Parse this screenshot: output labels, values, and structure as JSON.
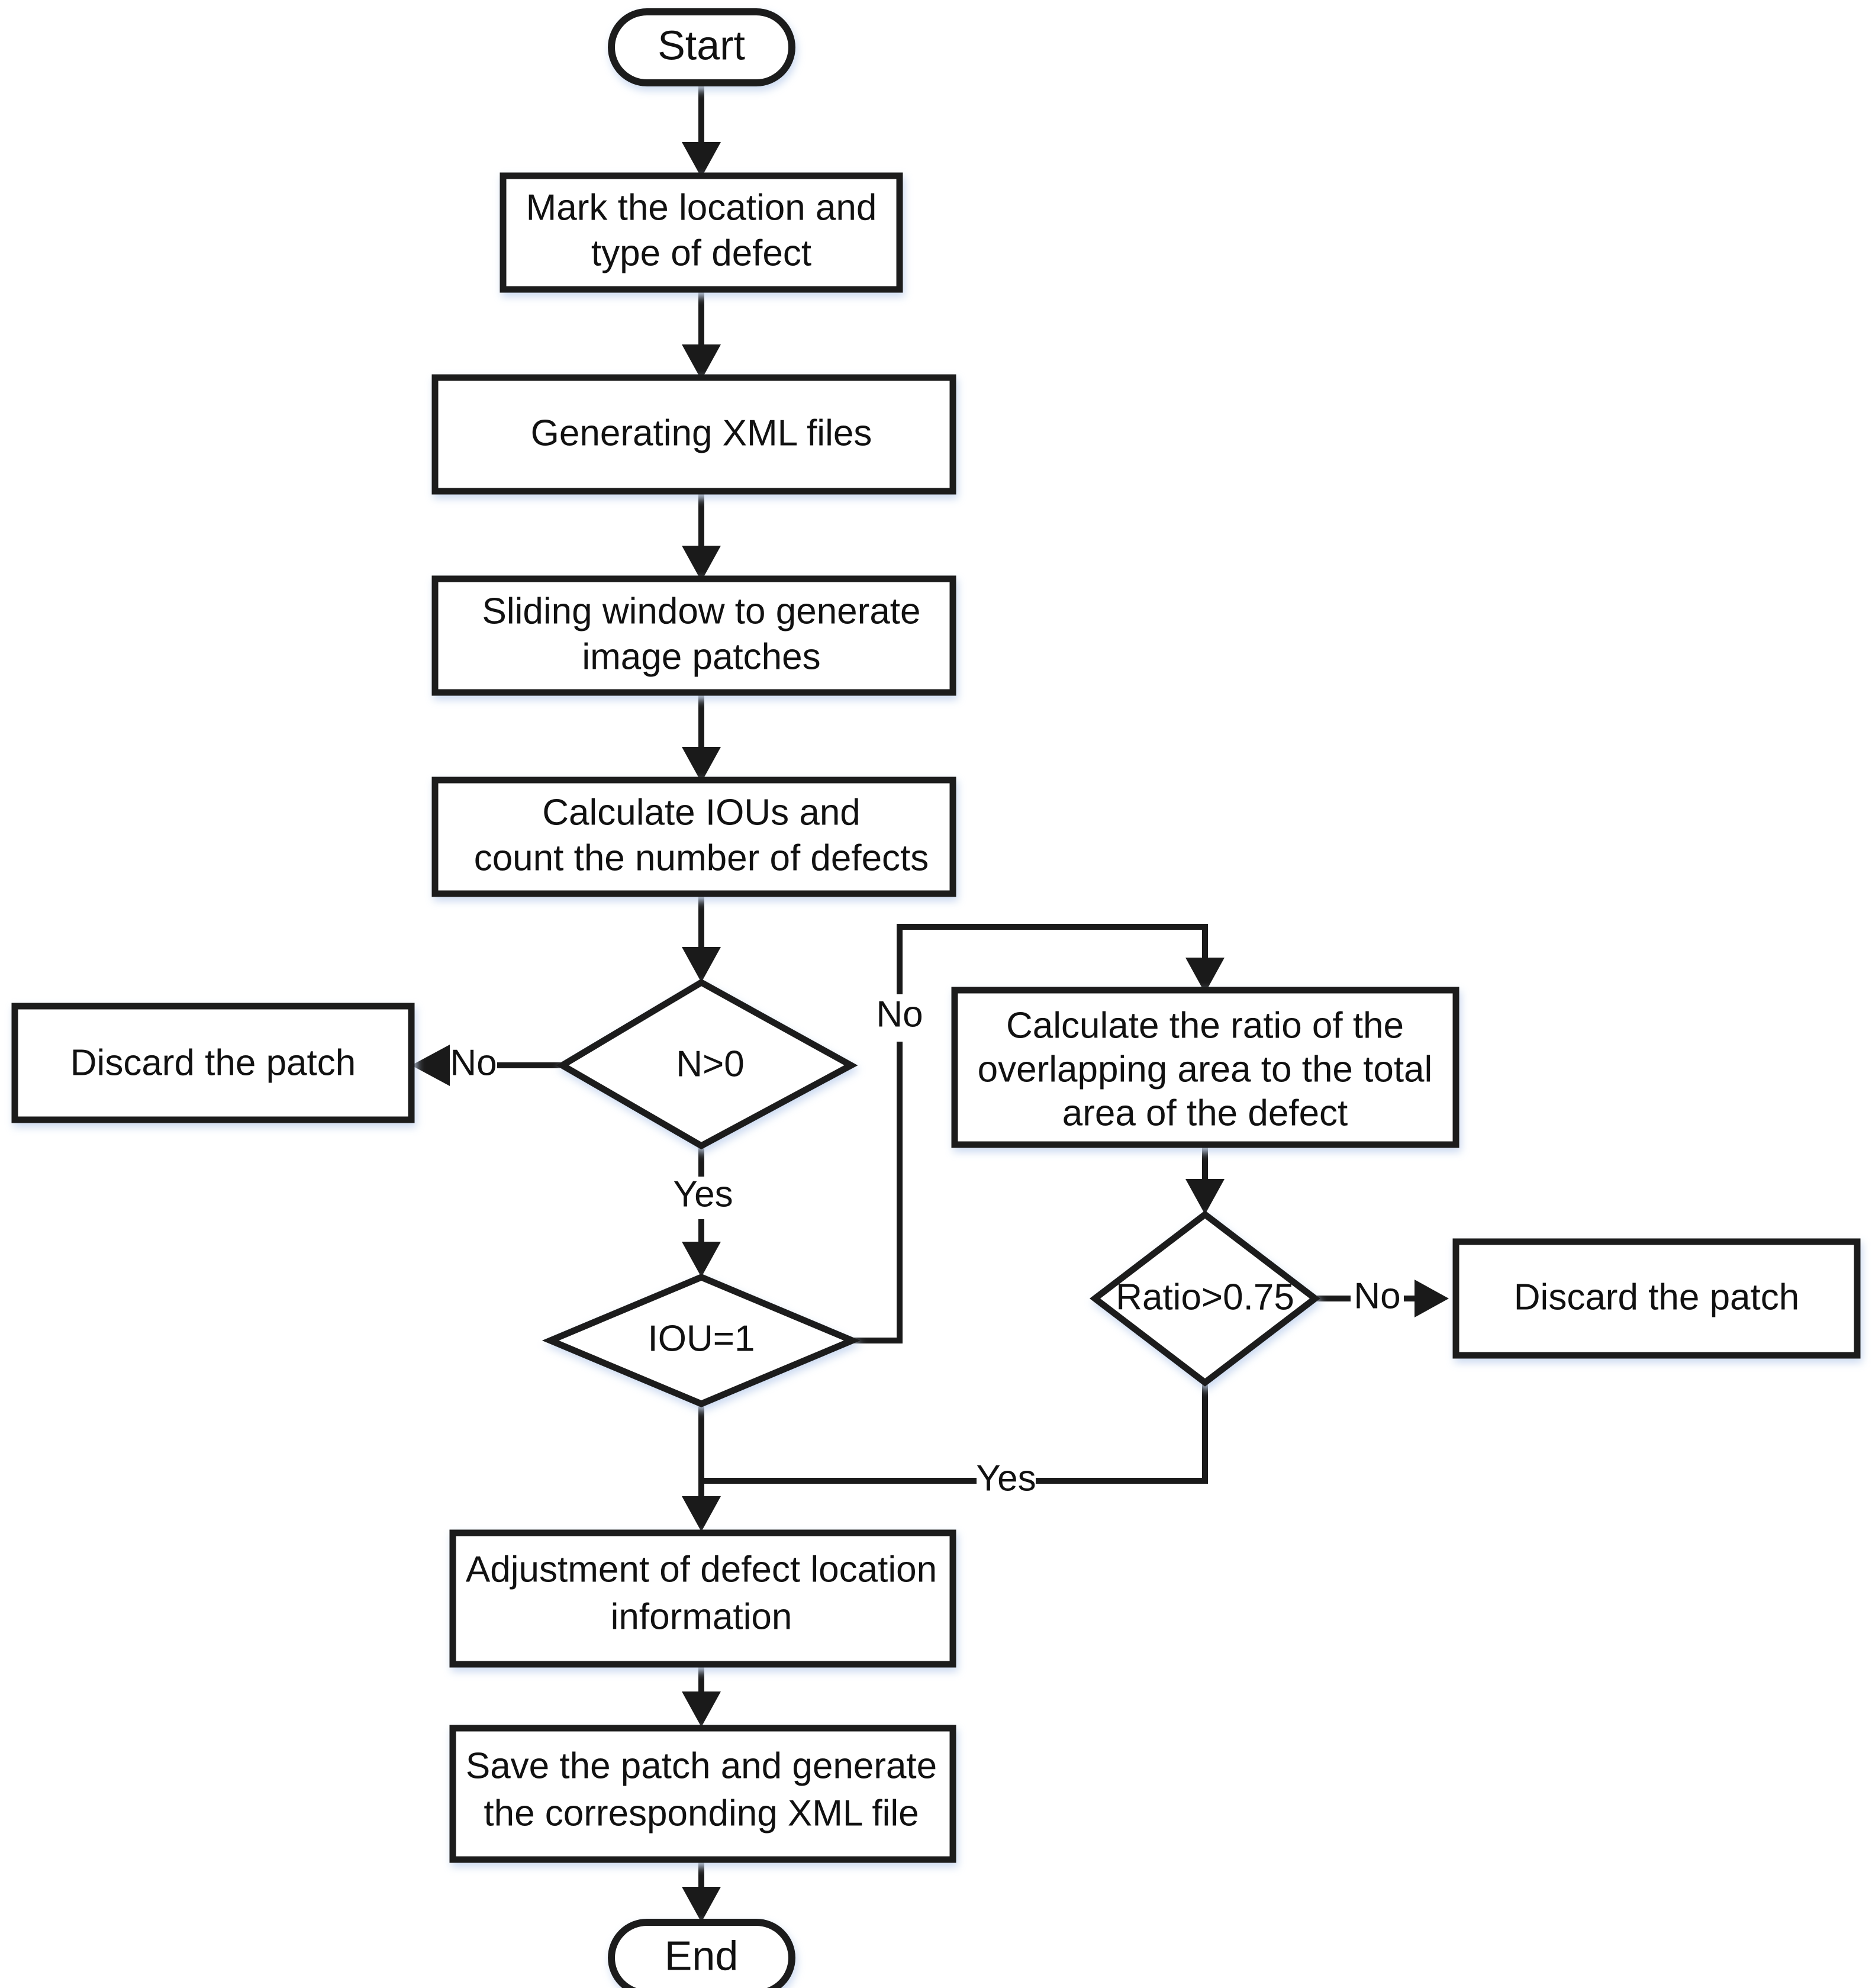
{
  "diagram": {
    "title": "Image patch generation and annotation flowchart",
    "type": "flowchart",
    "background_color": "#ffffff",
    "line_color": "#1a1a1a",
    "text_color": "#111111",
    "shape_fill": "#ffffff",
    "glow_color": "#dde6f5"
  },
  "nodes": {
    "start": {
      "id": "start",
      "shape": "terminator",
      "label": "Start"
    },
    "mark_defect": {
      "id": "mark_defect",
      "shape": "process",
      "label": "Mark the location and type of defect",
      "line1": "Mark the location and",
      "line2": "type of defect"
    },
    "generate_xml": {
      "id": "generate_xml",
      "shape": "process",
      "label": "Generating XML files",
      "line1": "Generating XML files",
      "line2": ""
    },
    "sliding_window": {
      "id": "sliding_window",
      "shape": "process",
      "label": "Sliding window to generate image patches",
      "line1": "Sliding window to generate",
      "line2": "image patches"
    },
    "calc_ious": {
      "id": "calc_ious",
      "shape": "process",
      "label": "Calculate IOUs and count the number of defects",
      "line1": "Calculate IOUs and",
      "line2": "count the number of defects"
    },
    "decide_n": {
      "id": "decide_n",
      "shape": "decision",
      "label": "N>0"
    },
    "discard_left": {
      "id": "discard_left",
      "shape": "process",
      "label": "Discard the patch",
      "line1": "Discard the patch",
      "line2": ""
    },
    "decide_iou": {
      "id": "decide_iou",
      "shape": "decision",
      "label": "IOU=1"
    },
    "calc_ratio": {
      "id": "calc_ratio",
      "shape": "process",
      "label": "Calculate the ratio of the overlapping area to the total area of the defect",
      "line1": "Calculate the ratio of the",
      "line2": "overlapping area to the total",
      "line3": "area of the defect"
    },
    "decide_ratio": {
      "id": "decide_ratio",
      "shape": "decision",
      "label": "Ratio>0.75"
    },
    "discard_right": {
      "id": "discard_right",
      "shape": "process",
      "label": "Discard the patch",
      "line1": "Discard the patch",
      "line2": ""
    },
    "adjust_location": {
      "id": "adjust_location",
      "shape": "process",
      "label": "Adjustment of defect location information",
      "line1": "Adjustment of defect location",
      "line2": "information"
    },
    "save_patch": {
      "id": "save_patch",
      "shape": "process",
      "label": "Save the patch and generate the corresponding XML file",
      "line1": "Save the patch and generate",
      "line2": "the corresponding XML file"
    },
    "end": {
      "id": "end",
      "shape": "terminator",
      "label": "End"
    }
  },
  "edges": [
    {
      "id": "e1",
      "from": "start",
      "to": "mark_defect",
      "label": ""
    },
    {
      "id": "e2",
      "from": "mark_defect",
      "to": "generate_xml",
      "label": ""
    },
    {
      "id": "e3",
      "from": "generate_xml",
      "to": "sliding_window",
      "label": ""
    },
    {
      "id": "e4",
      "from": "sliding_window",
      "to": "calc_ious",
      "label": ""
    },
    {
      "id": "e5",
      "from": "calc_ious",
      "to": "decide_n",
      "label": ""
    },
    {
      "id": "e6",
      "from": "decide_n",
      "to": "discard_left",
      "label": "No"
    },
    {
      "id": "e7",
      "from": "decide_n",
      "to": "decide_iou",
      "label": "Yes"
    },
    {
      "id": "e8",
      "from": "decide_iou",
      "to": "calc_ratio",
      "label": "No"
    },
    {
      "id": "e9",
      "from": "decide_iou",
      "to": "adjust_location",
      "label": ""
    },
    {
      "id": "e10",
      "from": "calc_ratio",
      "to": "decide_ratio",
      "label": ""
    },
    {
      "id": "e11",
      "from": "decide_ratio",
      "to": "discard_right",
      "label": "No"
    },
    {
      "id": "e12",
      "from": "decide_ratio",
      "to": "adjust_location",
      "label": "Yes"
    },
    {
      "id": "e13",
      "from": "adjust_location",
      "to": "save_patch",
      "label": ""
    },
    {
      "id": "e14",
      "from": "save_patch",
      "to": "end",
      "label": ""
    }
  ],
  "edge_labels": {
    "n_no": "No",
    "n_yes": "Yes",
    "iou_no": "No",
    "ratio_no": "No",
    "ratio_yes": "Yes"
  }
}
